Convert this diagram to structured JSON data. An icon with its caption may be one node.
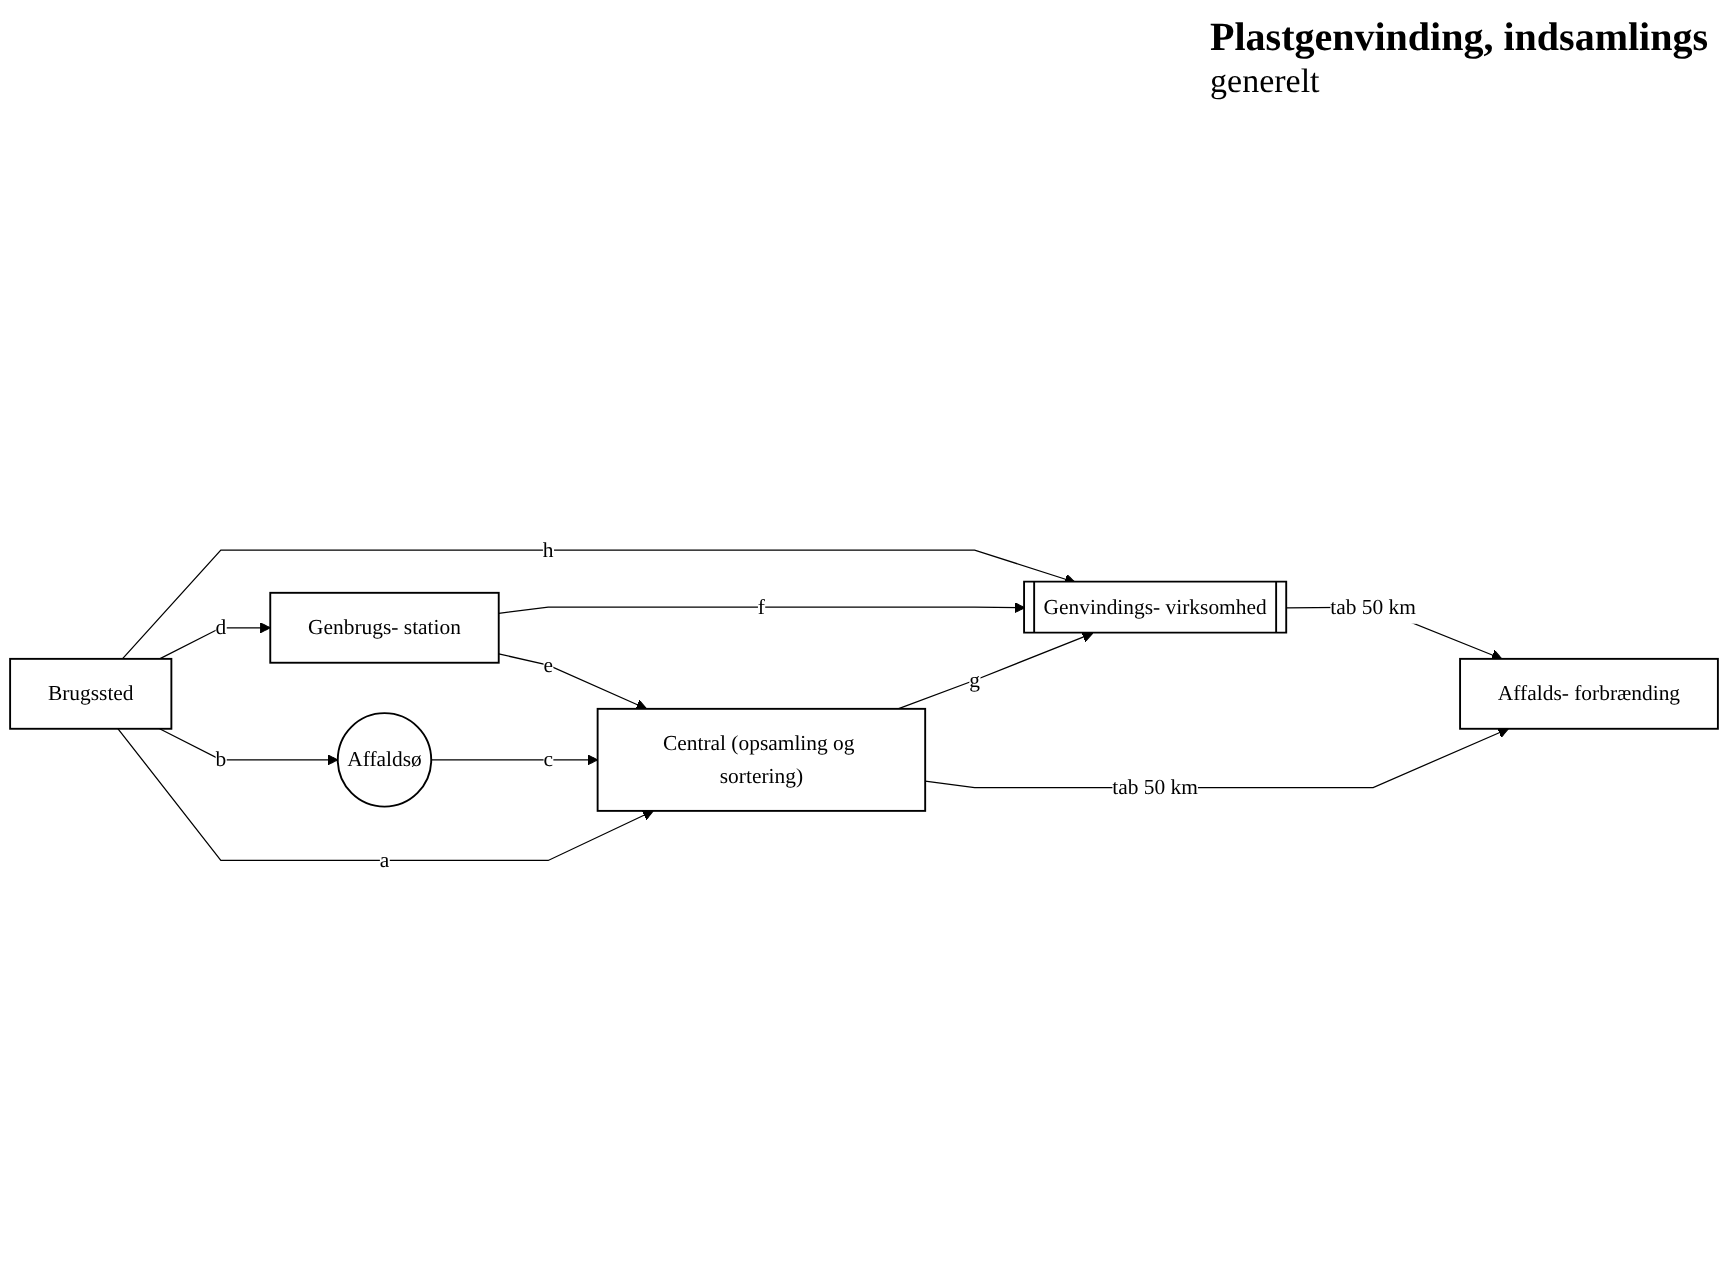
{
  "diagram": {
    "title": "Plastgenvinding, indsamlings",
    "nodes": [
      {
        "text": [
          "Brugssted"
        ]
      },
      {
        "text": [
          "Genvindings- virksomhed"
        ]
      },
      {
        "text": [
          "Genbrugs- station"
        ]
      },
      {
        "text": [
          "Affaldsø"
        ]
      },
      {
        "text": [
          "Affalds- forbrænding"
        ]
      },
      {
        "text": [
          "Central (opsamling og sortering)"
        ]
      }
    ],
    "edges": [
      {
        "from": 0,
        "to": 1,
        "arrow": "to",
        "label": "h"
      },
      {
        "from": 0,
        "to": 2,
        "arrow": "to",
        "label": "d"
      },
      {
        "from": 2,
        "to": 1,
        "arrow": "to",
        "label": "f"
      },
      {
        "from": 0,
        "to": 3,
        "arrow": "to",
        "label": "b"
      },
      {
        "from": 0,
        "to": 5,
        "arrow": "to",
        "label": "a"
      },
      {
        "from": 2,
        "to": 5,
        "arrow": "to",
        "label": "e"
      },
      {
        "from": 5,
        "to": 1,
        "arrow": "to",
        "label": "g"
      },
      {
        "from": 3,
        "to": 5,
        "arrow": "to",
        "label": "c"
      },
      {
        "from": 1,
        "to": 4,
        "arrow": "to",
        "label": "tab 50 km"
      },
      {
        "from": 5,
        "to": 4,
        "arrow": "to",
        "label": "tab 50 km"
      }
    ],
    "labels": [
      "generelt"
    ]
  }
}
